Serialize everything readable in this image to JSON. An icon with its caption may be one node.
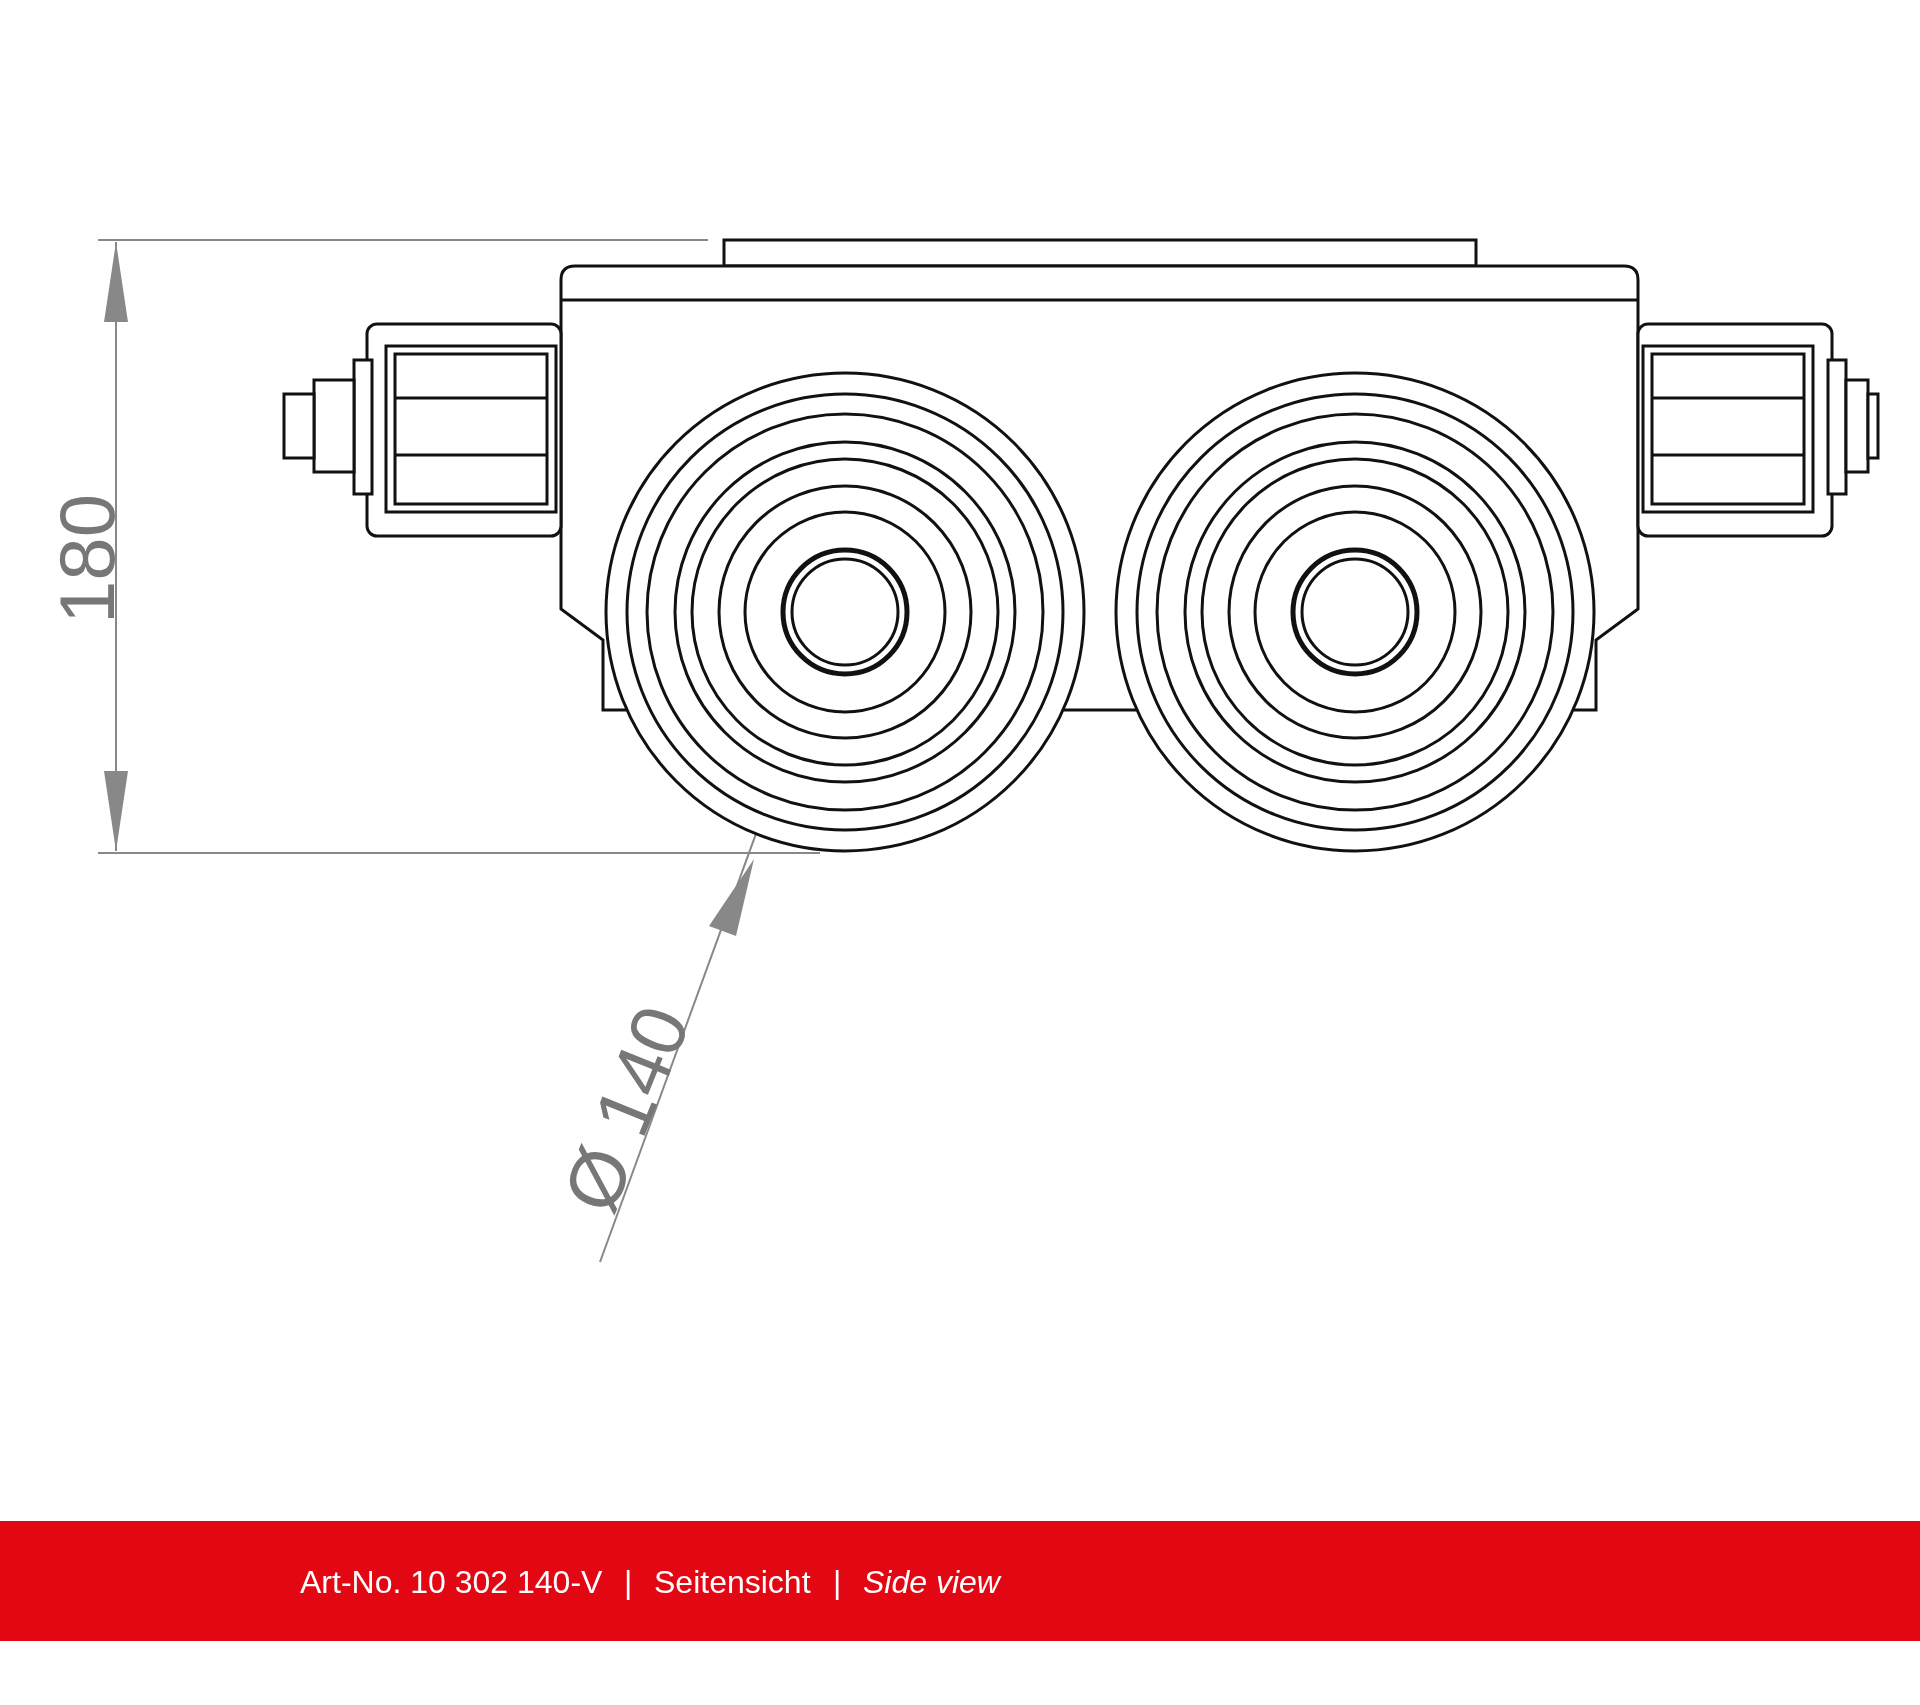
{
  "diagram": {
    "labels": [
      "180",
      "Ø 140",
      "Art-No. 10 302 140-V",
      "|",
      "Seitensicht",
      "|",
      "Side view"
    ]
  }
}
